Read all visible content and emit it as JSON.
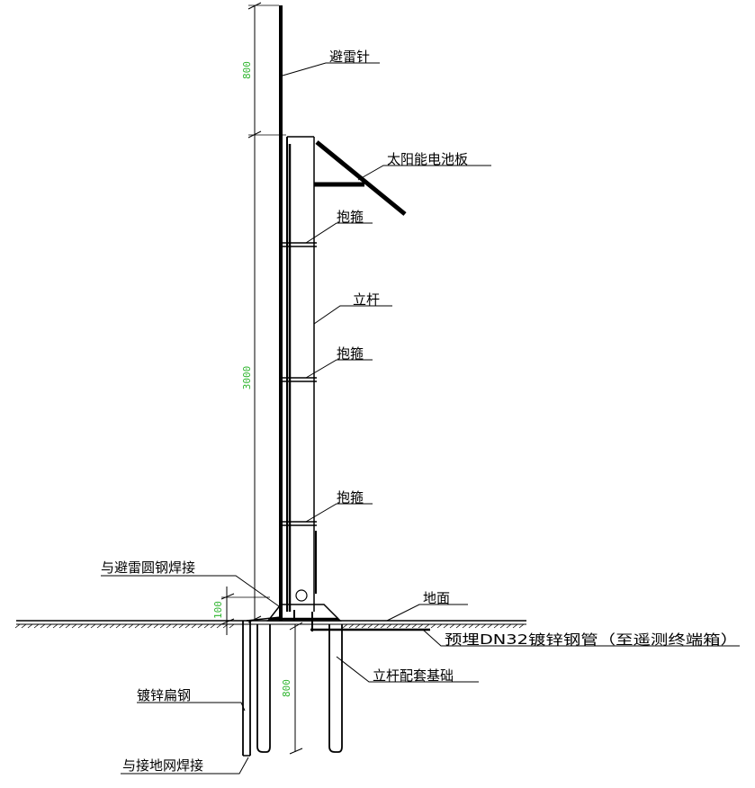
{
  "labels": {
    "lightning_rod": "避雷针",
    "solar_panel": "太阳能电池板",
    "clamp_hoop_1": "抱箍",
    "pole": "立杆",
    "clamp_hoop_2": "抱箍",
    "clamp_hoop_3": "抱箍",
    "weld_round_steel": "与避雷圆钢焊接",
    "ground": "地面",
    "embedded_pipe": "预埋DN32镀锌钢管（至遥测终端箱）",
    "pole_foundation": "立杆配套基础",
    "galvanized_flat_steel": "镀锌扁钢",
    "weld_grounding_grid": "与接地网焊接"
  },
  "dimensions": {
    "rod_height": "800",
    "pole_height": "3000",
    "base_height": "100",
    "foundation_depth": "800"
  },
  "colors": {
    "line": "#000000",
    "dimension_text": "#2fb52f"
  }
}
